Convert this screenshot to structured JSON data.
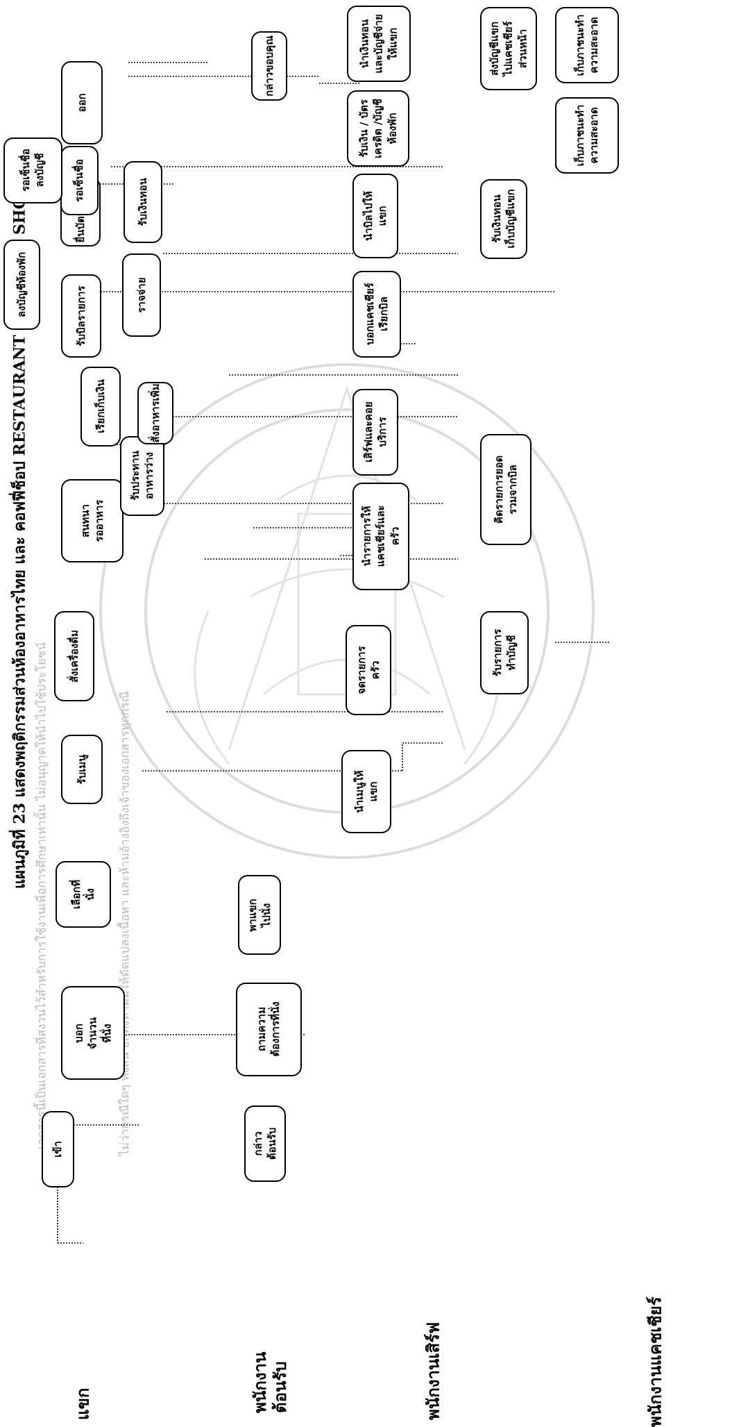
{
  "title": {
    "label": "แผนภูมิที่",
    "number": "23",
    "text": "แสดงพฤติกรรมส่วนห้องอาหารไทย และ คอฟฟี่ช็อป",
    "english": "RESTAURANT & COFFEE SHOP"
  },
  "lanes": {
    "guest": "แขก",
    "host": "พนักงาน\nต้อนรับ",
    "server": "พนักงานเสิร์ฟ",
    "cashier": "พนักงานแคชเชียร์"
  },
  "disclaimer": {
    "line1": "เอกสารนี้เป็นเอกสารที่สงวนไว้สำหรับการใช้งานเพื่อการศึกษาเท่านั้น ไม่อนุญาตให้นำไปใช้ประโยชน์",
    "line2": "ไม่ว่ากรณีใดๆ ทั้งสิ้น อีกทั้งห้ามมิให้ดัดแปลงเนื้อหา และห้ามอ้างอิงถึงเจ้าของเอกสารทุกกรณี"
  },
  "guest_steps": {
    "enter": "เข้า",
    "tell_seats": "บอก\nจำนวน\nที่นั่ง",
    "choose_seat": "เลือกที่\nนั่ง",
    "receive_menu": "รับเมนู",
    "order_drinks": "สั่งเครื่องดื่ม",
    "consider_food": "สนทนา\nรออาหาร",
    "eat_appetizer": "รับประทาน\nอาหารว่าง",
    "call_bill": "เรียกเก็บเงิน",
    "receive_bill": "รับบิลรายการ",
    "present_credit": "ยื่นบัตรเครดิต",
    "wait_sign": "รอเซ็นชื่อ",
    "charge_room": "ลงบัญชีห้องพัก",
    "wait_sign_account": "รอเซ็นชื่อ\nลงบัญชี",
    "pay": "ราจจ่าย",
    "receive_change": "รับเงินทอน",
    "exit": "ออก"
  },
  "host_steps": {
    "greet": "กล่าว\nต้อนรับ",
    "ask_seat": "ถามความ\nต้องการที่นั่ง",
    "seat_guest": "พาแขก\nไปนั่ง"
  },
  "server_steps": {
    "bring_menu": "นำเมนูให้\nแขก",
    "take_order": "จดรายการ\nครัว",
    "order_list": "นำรายการให้\nแคชเชียร์และ\nครัว",
    "order_more": "สั่งอาหารเพิ่ม",
    "serve": "เสิร์ฟและคอย\nบริการ",
    "notify_cashier": "บอกแคชเชียร์\nเรียกบิล",
    "bring_bill": "นำบิลไปให้\nแขก",
    "receive_payment": "รับเงิน / บัตร\nเครดิต /บัญชี\nห้องพัก",
    "bring_change": "นำเงินทอน\nและบัญชีจ่าย\nให้แขก",
    "clean_1": "เก็บภาชนะทำ\nความสะอาด",
    "clean_2": "เก็บภาชนะทำ\nความสะอาด",
    "thank": "กล่าวขอบคุณ"
  },
  "cashier_steps": {
    "record": "รับรายการ\nทำบัญชี",
    "calculate": "คิดรายการยอด\nรวมจากบิล",
    "give_change": "รับเงินทอน\nเก็บบัญชีแขก",
    "send_account": "ส่งบัญชีแขก\nไปแคชเชียร์\nส่วนหน้า"
  }
}
